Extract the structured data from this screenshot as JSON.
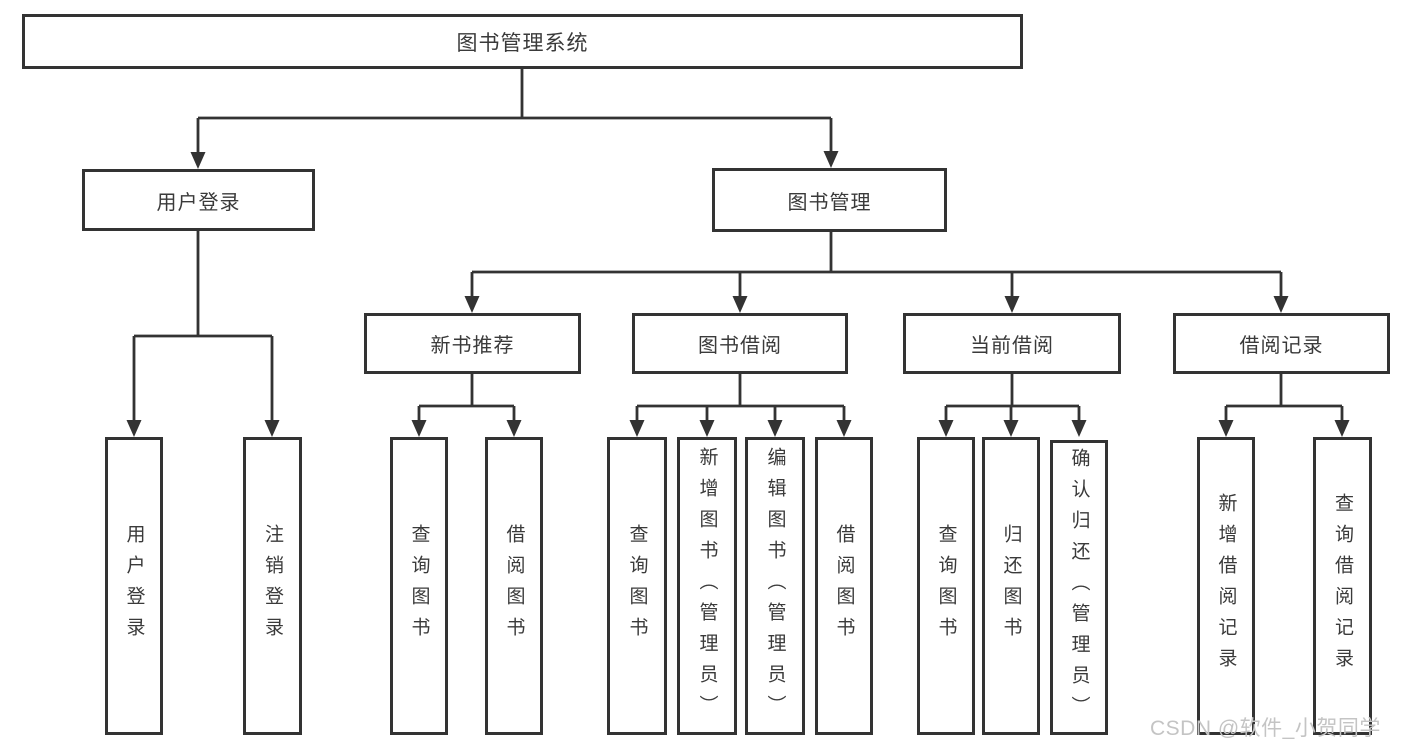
{
  "diagram": {
    "title": "图书管理系统",
    "tree": {
      "label": "图书管理系统",
      "children": [
        {
          "label": "用户登录",
          "children": [
            {
              "label": "用户登录"
            },
            {
              "label": "注销登录"
            }
          ]
        },
        {
          "label": "图书管理",
          "children": [
            {
              "label": "新书推荐",
              "children": [
                {
                  "label": "查询图书"
                },
                {
                  "label": "借阅图书"
                }
              ]
            },
            {
              "label": "图书借阅",
              "children": [
                {
                  "label": "查询图书"
                },
                {
                  "label": "新增图书（管理员）"
                },
                {
                  "label": "编辑图书（管理员）"
                },
                {
                  "label": "借阅图书"
                }
              ]
            },
            {
              "label": "当前借阅",
              "children": [
                {
                  "label": "查询图书"
                },
                {
                  "label": "归还图书"
                },
                {
                  "label": "确认归还（管理员）"
                }
              ]
            },
            {
              "label": "借阅记录",
              "children": [
                {
                  "label": "新增借阅记录"
                },
                {
                  "label": "查询借阅记录"
                }
              ]
            }
          ]
        }
      ]
    },
    "colors": {
      "line": "#333333",
      "box_border": "#333333",
      "text": "#3a3a3a",
      "background": "#ffffff",
      "watermark_text_color": "#c4c4c4"
    }
  },
  "watermark": {
    "text": "CSDN @软件_小贺同学"
  }
}
